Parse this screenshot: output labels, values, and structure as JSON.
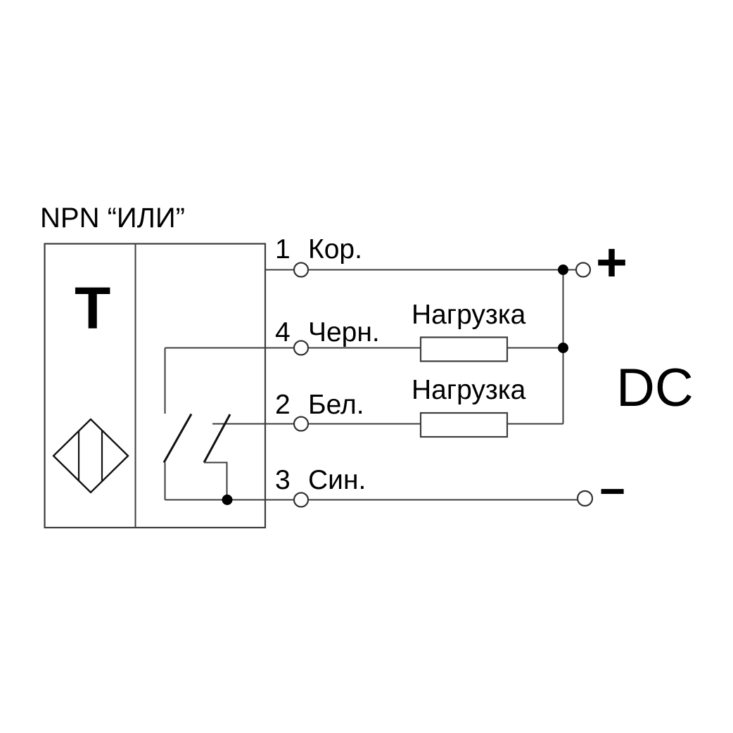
{
  "title": "NPN “ИЛИ”",
  "sensor": {
    "type_letter": "T",
    "symbol": "proximity-sensor-diamond"
  },
  "wires": [
    {
      "pin": "1",
      "color_label": "Кор."
    },
    {
      "pin": "4",
      "color_label": "Черн."
    },
    {
      "pin": "2",
      "color_label": "Бел."
    },
    {
      "pin": "3",
      "color_label": "Син."
    }
  ],
  "loads": [
    {
      "label": "Нагрузка"
    },
    {
      "label": "Нагрузка"
    }
  ],
  "supply": {
    "label": "DC",
    "positive": "+",
    "negative": "−"
  },
  "colors": {
    "background": "#ffffff",
    "line": "#3d3d3d",
    "text": "#000000"
  }
}
